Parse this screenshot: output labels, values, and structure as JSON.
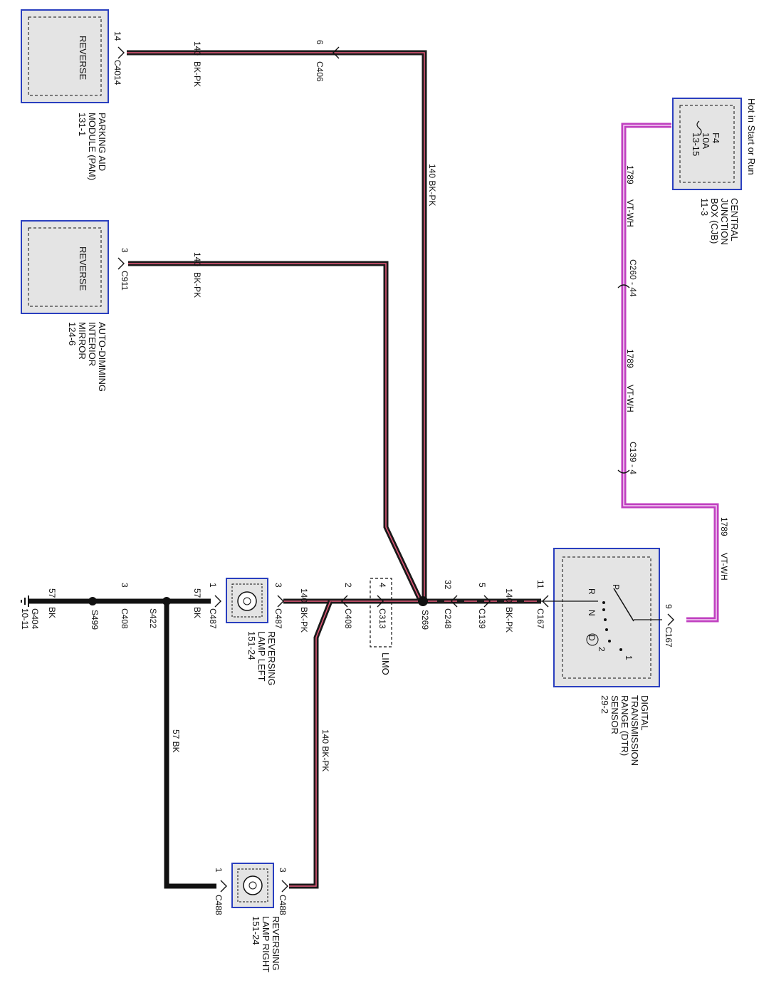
{
  "components": {
    "pam": {
      "function": "REVERSE",
      "name": "PARKING AID\nMODULE (PAM)\n131-1",
      "pin": "14",
      "connector": "C4014"
    },
    "mirror": {
      "function": "REVERSE",
      "name": "AUTO-DIMMING\nINTERIOR\nMIRROR\n124-6",
      "pin": "3",
      "connector": "C911"
    },
    "cjb": {
      "fuse": "F4\n10A\n13-15",
      "name": "CENTRAL\nJUNCTION\nBOX (CJB)\n11-3",
      "hot_label": "Hot in Start or Run"
    },
    "dtr": {
      "name": "DIGITAL\nTRANSMISSION\nRANGE (DTR)\nSENSOR\n29-2",
      "pin_out": "11",
      "pin_in": "9",
      "connector": "C167",
      "connector_in": "C167",
      "positions": {
        "p": "P",
        "r": "R",
        "n": "N",
        "d": "D",
        "two": "2",
        "one": "1"
      }
    },
    "lamp_left": {
      "name": "REVERSING\nLAMP LEFT\n151-24",
      "pin_ground": "1",
      "pin_feed": "3",
      "connector_ground": "C487",
      "connector_feed": "C487"
    },
    "lamp_right": {
      "name": "REVERSING\nLAMP RIGHT\n151-24",
      "pin_ground": "1",
      "pin_feed": "3",
      "connector_ground": "C488",
      "connector_feed": "C488"
    }
  },
  "connectors": {
    "c406": {
      "pin": "6",
      "name": "C406"
    },
    "c260": "C260 - 44",
    "c139_top": "C139 - 4",
    "c248": {
      "pin": "32",
      "name": "C248"
    },
    "c139": {
      "pin": "5",
      "name": "C139"
    },
    "c313": {
      "pin": "4",
      "name": "C313",
      "option": "LIMO"
    },
    "c408_feed": {
      "pin": "2",
      "name": "C408"
    },
    "c408_ground": {
      "pin": "3",
      "name": "C408"
    }
  },
  "splices": {
    "s269": "S269",
    "s499": "S499",
    "s422": "S422"
  },
  "ground": {
    "name": "G404\n10-11"
  },
  "wires": {
    "c140": "140",
    "bkpk": "BK-PK",
    "c140_vert": "140   BK-PK",
    "c1789": "1789",
    "vtwh": "VT-WH",
    "c57": "57",
    "bk": "BK",
    "c57_vert": "57   BK"
  },
  "colors": {
    "bk_pk_core": "#1a1a1a",
    "bk_pk_stripe": "#e8597a",
    "vt_wh": "#c040c0",
    "vt_wh_stripe": "#f6d6f6",
    "component_border": "#2a3fbf",
    "component_fill": "#e4e4e4"
  }
}
